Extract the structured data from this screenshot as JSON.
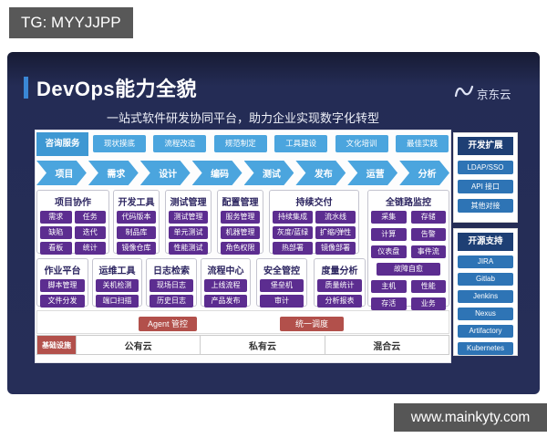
{
  "page": {
    "tg_badge": "TG: MYYJJPP",
    "watermark": "www.mainkyty.com"
  },
  "colors": {
    "accent_blue": "#4ba5de",
    "label_blue": "#3e98d3",
    "purple": "#5c2d90",
    "red": "#b2504b",
    "navy_bg": "#242c55",
    "sidebar_header_navy": "#1e3f74",
    "sidebar_item_blue": "#2e74b5"
  },
  "slide": {
    "title": "DevOps能力全貌",
    "subtitle": "一站式软件研发协同平台，助力企业实现数字化转型",
    "brand": {
      "name": "京东云"
    },
    "consulting": {
      "label": "咨询服务",
      "items": [
        "现状摸底",
        "流程改造",
        "规范制定",
        "工具建设",
        "文化培训",
        "最佳实践"
      ]
    },
    "pipeline": {
      "stages": [
        "项目",
        "需求",
        "设计",
        "编码",
        "测试",
        "发布",
        "运营",
        "分析"
      ]
    },
    "groups_row1": [
      {
        "title": "项目协作",
        "items": [
          "需求",
          "任务",
          "缺陷",
          "迭代",
          "看板",
          "统计"
        ]
      },
      {
        "title": "开发工具",
        "items": [
          "代码版本",
          "制品库",
          "镜像仓库"
        ]
      },
      {
        "title": "测试管理",
        "items": [
          "测试管理",
          "单元测试",
          "性能测试"
        ]
      },
      {
        "title": "配置管理",
        "items": [
          "服务管理",
          "机器管理",
          "角色权限"
        ]
      },
      {
        "title": "持续交付",
        "items": [
          "持续集成",
          "流水线",
          "灰度/蓝绿",
          "扩缩/弹性",
          "热部署",
          "镜像部署"
        ]
      }
    ],
    "monitoring": {
      "title": "全链路监控",
      "items": [
        "采集",
        "存储",
        "计算",
        "告警",
        "仪表盘",
        "事件流"
      ],
      "fault_title": "故障自愈",
      "fault_items": [
        "主机",
        "性能",
        "存活",
        "业务"
      ]
    },
    "groups_row2": [
      {
        "title": "作业平台",
        "items": [
          "脚本管理",
          "文件分发"
        ]
      },
      {
        "title": "运维工具",
        "items": [
          "关机检测",
          "端口扫描"
        ]
      },
      {
        "title": "日志检索",
        "items": [
          "现场日志",
          "历史日志"
        ]
      },
      {
        "title": "流程中心",
        "items": [
          "上线流程",
          "产品发布"
        ]
      },
      {
        "title": "安全管控",
        "items": [
          "堡垒机",
          "审计"
        ]
      },
      {
        "title": "度量分析",
        "items": [
          "质量统计",
          "分析报表"
        ]
      }
    ],
    "control_bar": {
      "agent": "Agent 管控",
      "dispatch": "统一调度"
    },
    "infrastructure": {
      "label": "基础设施",
      "clouds": [
        "公有云",
        "私有云",
        "混合云"
      ]
    },
    "sidebar": {
      "extend": {
        "title": "开发扩展",
        "items": [
          "LDAP/SSO",
          "API 接口",
          "其他对接"
        ]
      },
      "opensource": {
        "title": "开源支持",
        "items": [
          "JIRA",
          "Gitlab",
          "Jenkins",
          "Nexus",
          "Artifactory",
          "Kubernetes"
        ]
      }
    }
  }
}
